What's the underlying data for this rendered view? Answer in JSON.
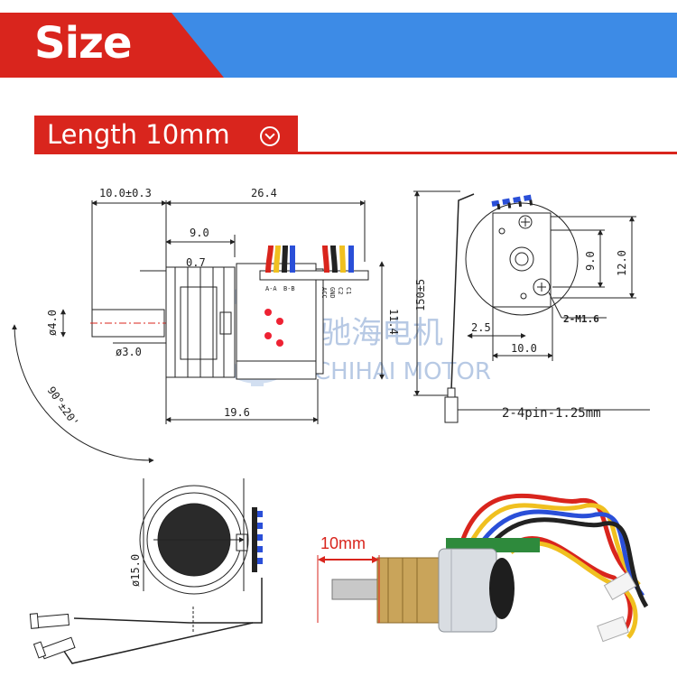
{
  "header": {
    "title": "Size"
  },
  "subheader": {
    "title": "Length 10mm"
  },
  "side_view": {
    "dims": {
      "gear_length": "10.0±0.3",
      "body_length": "26.4",
      "gear_9": "9.0",
      "gap": "0.7",
      "shaft_dia": "ø4.0",
      "flat_dia": "ø3.0",
      "height": "11.4",
      "base_len": "19.6",
      "angle": "90°±20'"
    },
    "pins_left": [
      "A-A",
      "B-B"
    ],
    "pins_right": [
      "ACC",
      "GND",
      "C2",
      "C1"
    ]
  },
  "end_view": {
    "dims": {
      "cable_len": "150±5",
      "v9": "9.0",
      "v12": "12.0",
      "h25": "2.5",
      "h10": "10.0",
      "screw": "2-M1.6",
      "connector": "2-4pin-1.25mm"
    }
  },
  "bottom_view": {
    "dims": {
      "dia": "ø15.0"
    }
  },
  "photo": {
    "length_label": "10mm"
  },
  "watermark": {
    "cn": "驰海电机",
    "en": "CHIHAI MOTOR"
  },
  "colors": {
    "accent_red": "#d9251d",
    "header_blue": "#3d8be6",
    "watermark": "#9fb8dc"
  },
  "icons": [
    "chevron-down-circle-icon",
    "gear-watermark-icon"
  ]
}
